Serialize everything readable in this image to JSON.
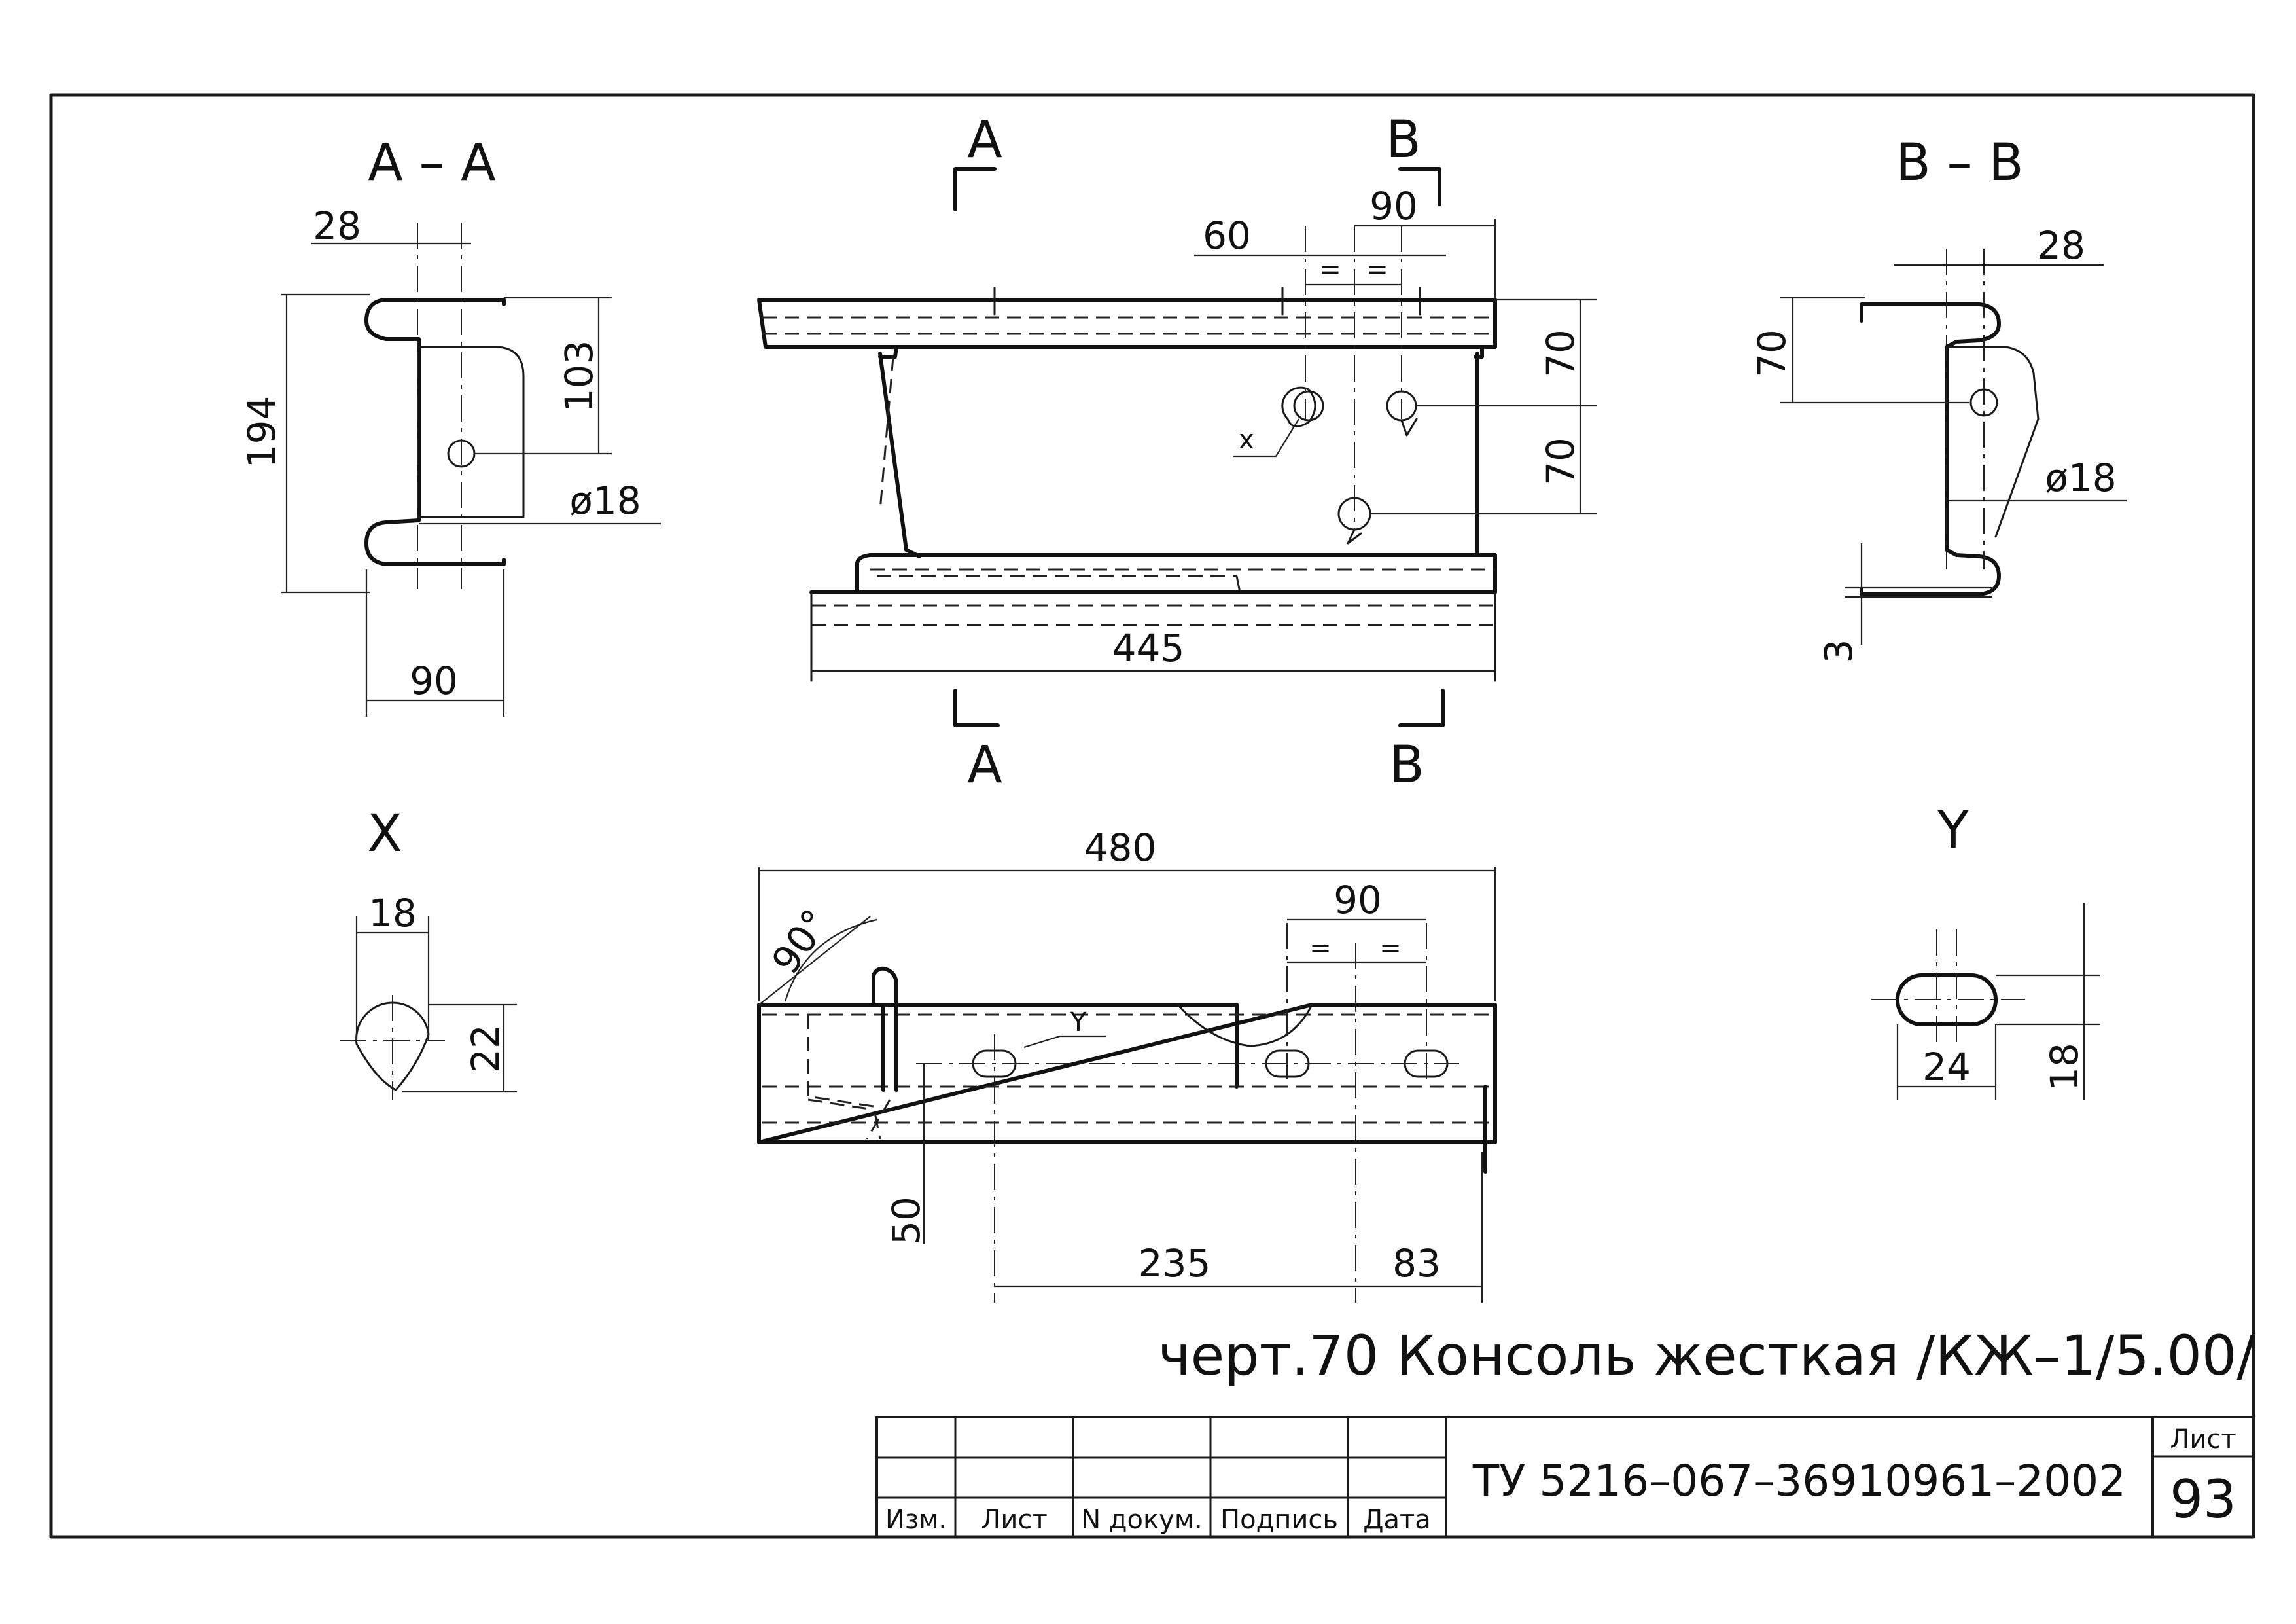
{
  "sections": {
    "aa": "A – A",
    "bb": "B – B",
    "x": "X",
    "y": "Y",
    "cut_a": "A",
    "cut_b": "B"
  },
  "dims": {
    "aa_28": "28",
    "aa_194": "194",
    "aa_103": "103",
    "aa_d18": "ø18",
    "aa_90": "90",
    "top_60": "60",
    "top_90": "90",
    "top_70a": "70",
    "top_70b": "70",
    "top_445": "445",
    "eq": "=",
    "x_leader": "x",
    "bb_28": "28",
    "bb_70": "70",
    "bb_d18": "ø18",
    "bb_3": "3",
    "x_18": "18",
    "x_22": "22",
    "bot_480": "480",
    "bot_90": "90",
    "bot_90deg": "90°",
    "y_leader": "Y",
    "bot_50": "50",
    "bot_235": "235",
    "bot_83": "83",
    "y_24": "24",
    "y_18": "18"
  },
  "caption": "черт.70  Консоль жесткая /КЖ–1/5.00/",
  "title_block": {
    "document_code": "ТУ 5216–067–36910961–2002",
    "sheet_label": "Лист",
    "sheet_number": "93",
    "columns": [
      "Изм.",
      "Лист",
      "N докум.",
      "Подпись",
      "Дата"
    ]
  }
}
